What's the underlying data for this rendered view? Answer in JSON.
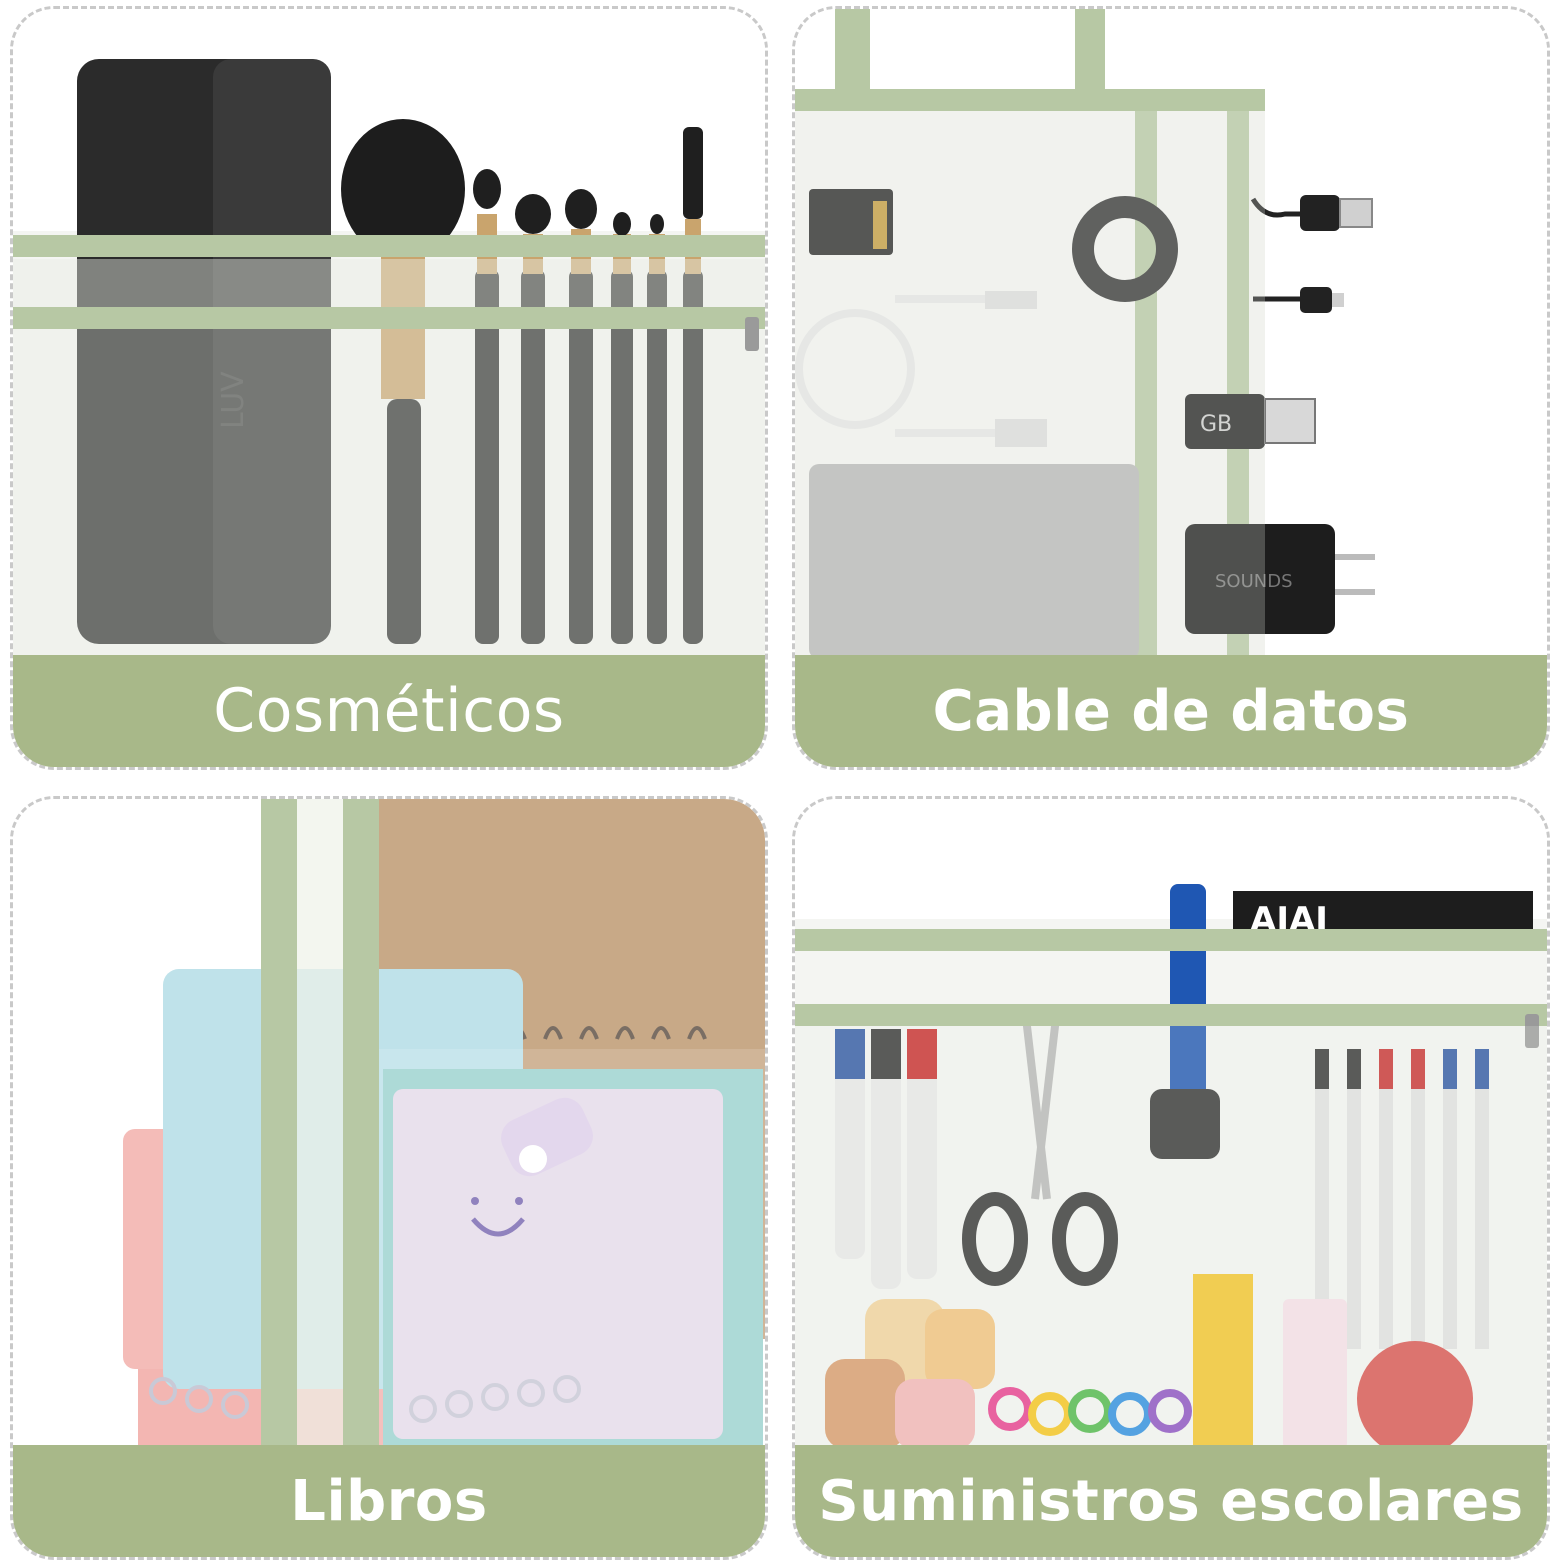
{
  "panels": [
    {
      "label": "Cosméticos",
      "icon": "makeup-brushes-icon"
    },
    {
      "label": "Cable de datos",
      "icon": "usb-cables-icon"
    },
    {
      "label": "Libros",
      "icon": "notebooks-icon"
    },
    {
      "label": "Suministros escolares",
      "icon": "school-supplies-icon"
    }
  ],
  "colors": {
    "label_bar": "#a8b889",
    "trim": "#b7c8a4",
    "border_dash": "#c9c9c9",
    "label_text": "#ffffff"
  },
  "printed_text": {
    "brush_case": "LUV",
    "usb_drive": "GB",
    "charger": "SOUNDS",
    "marker_box": "AIAI"
  }
}
